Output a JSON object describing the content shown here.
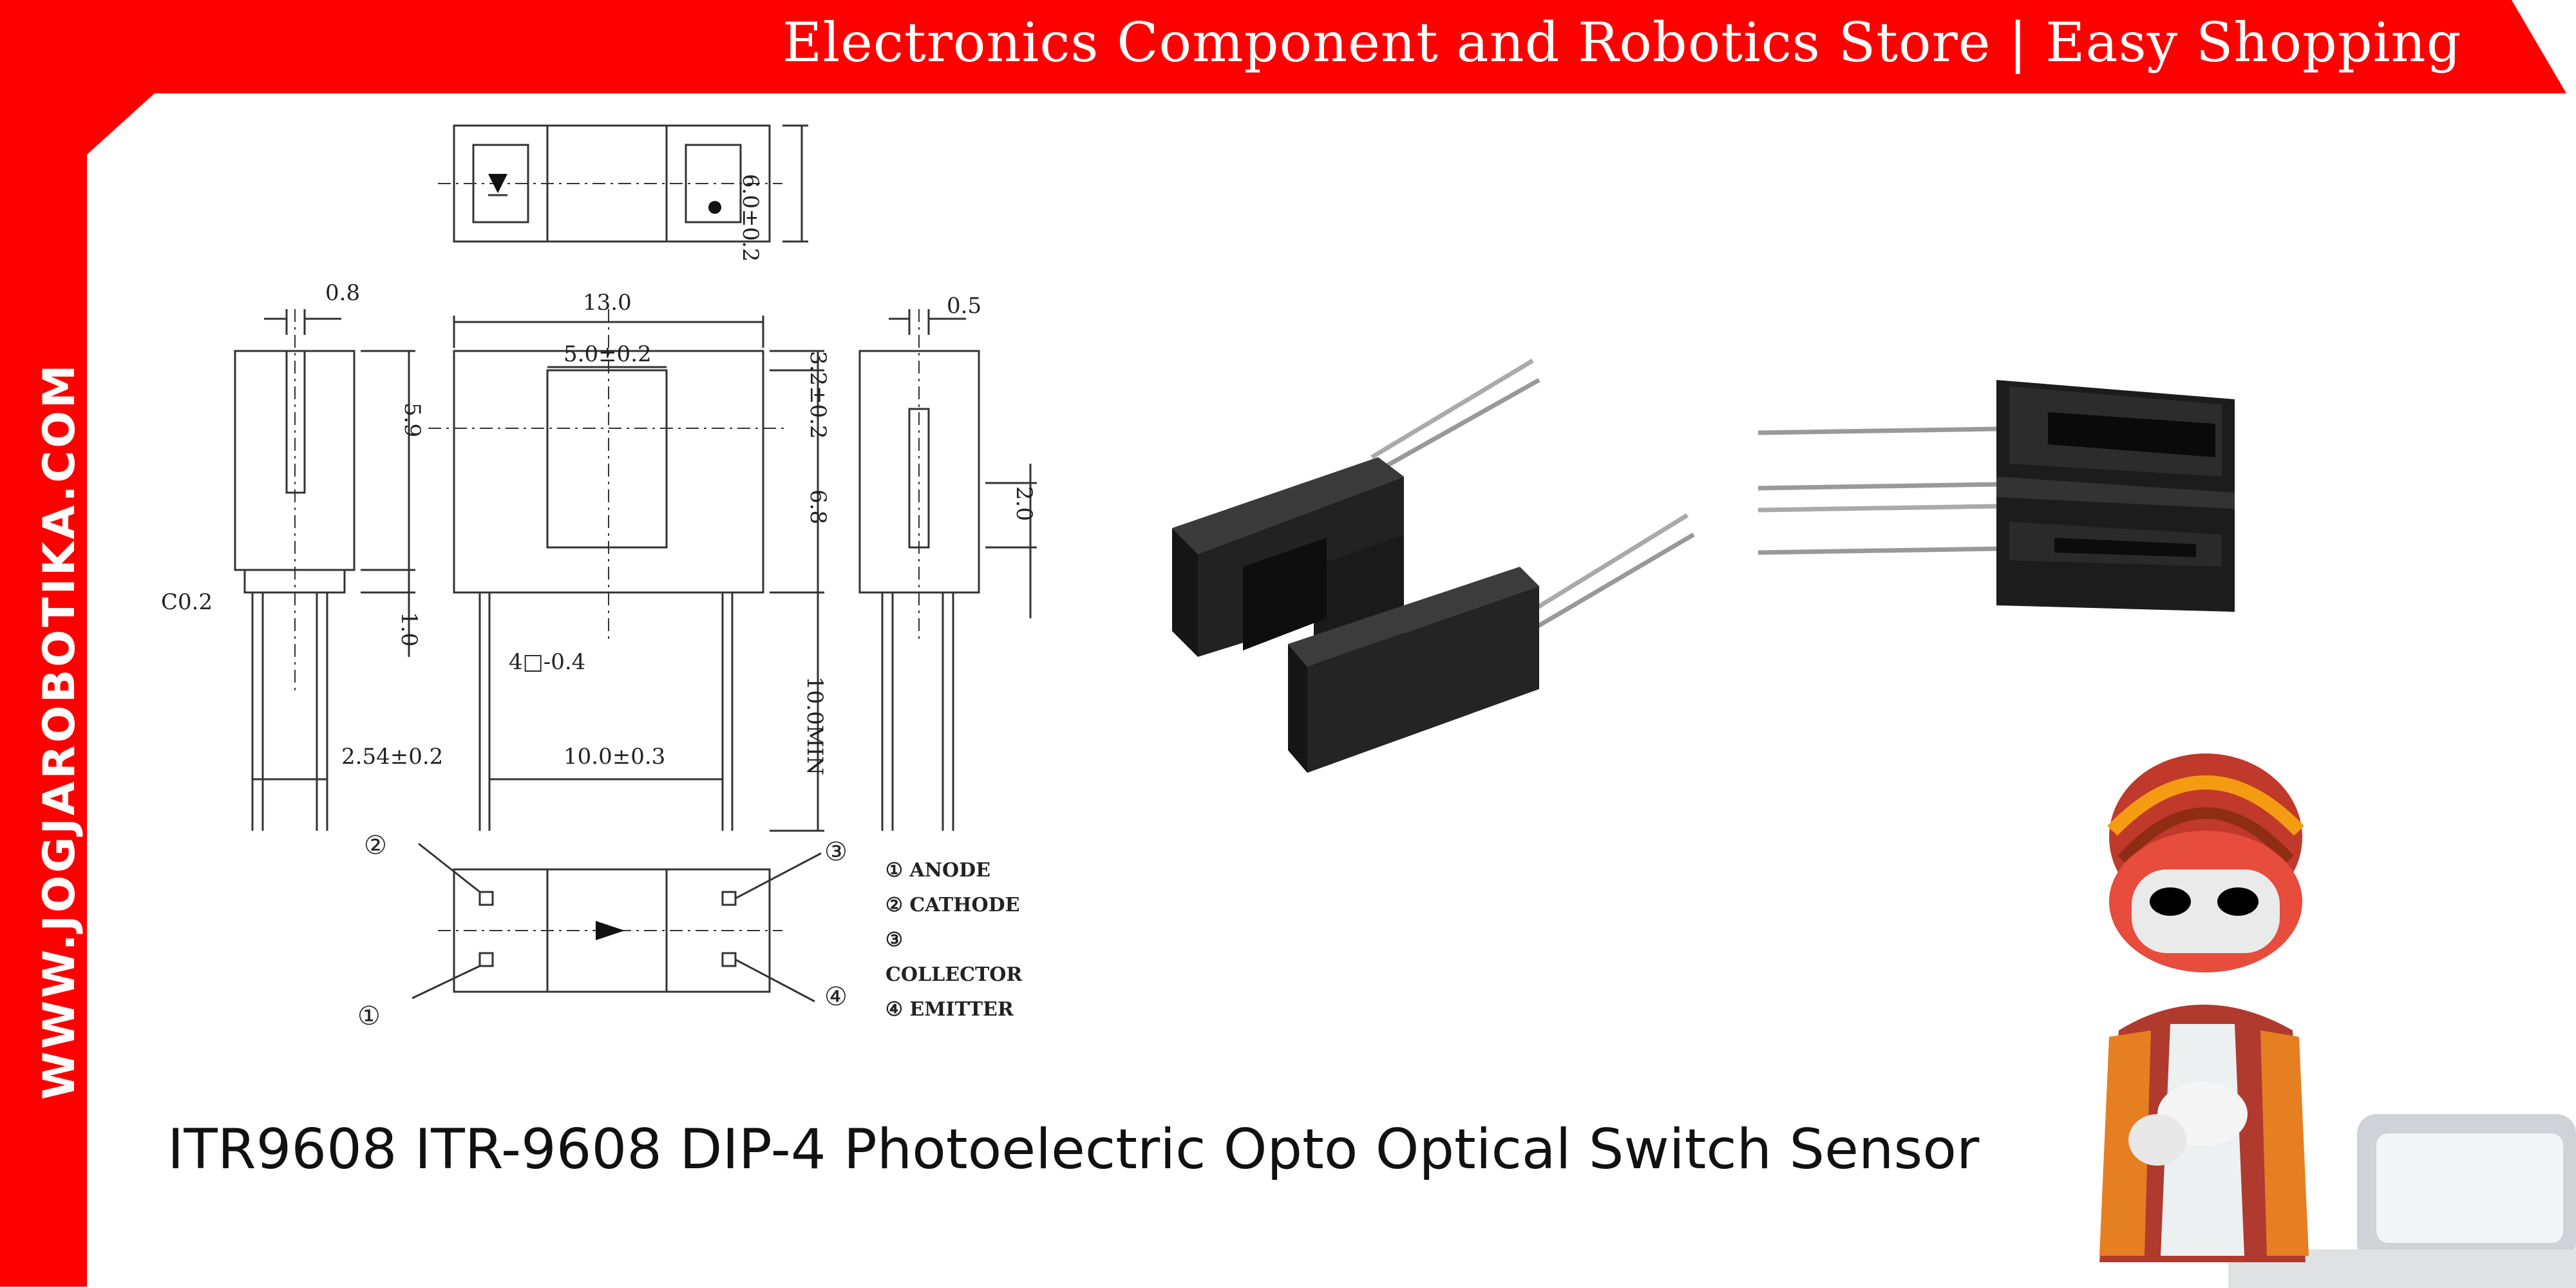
{
  "banner": {
    "text": "Electronics Component and Robotics Store | Easy Shopping"
  },
  "sidebar": {
    "text": "WWW.JOGJAROBOTIKA.COM"
  },
  "product": {
    "title": "ITR9608 ITR-9608 DIP-4 Photoelectric Opto Optical Switch Sensor"
  },
  "drawing": {
    "dims": {
      "d_top_height": "6.0±0.2",
      "d_pin_width": "0.8",
      "d_body_width": "13.0",
      "d_slot_width": "5.0±0.2",
      "d_slot_top": "3.2±0.2",
      "d_side_height": "5.9",
      "d_body_lower": "6.8",
      "d_right_pin": "0.5",
      "d_right_h": "2.0",
      "d_chamfer": "C0.2",
      "d_base": "1.0",
      "d_pin_sq": "4□-0.4",
      "d_pitch": "2.54±0.2",
      "d_span": "10.0±0.3",
      "d_lead": "10.0MIN"
    },
    "pins": {
      "p1": "①",
      "p2": "②",
      "p3": "③",
      "p4": "④"
    },
    "legend": [
      "① ANODE",
      "② CATHODE",
      "③ COLLECTOR",
      "④ EMITTER"
    ]
  },
  "colors": {
    "brand_red": "#ff0000",
    "text_dark": "#111111",
    "component_black": "#1c1c1c"
  }
}
